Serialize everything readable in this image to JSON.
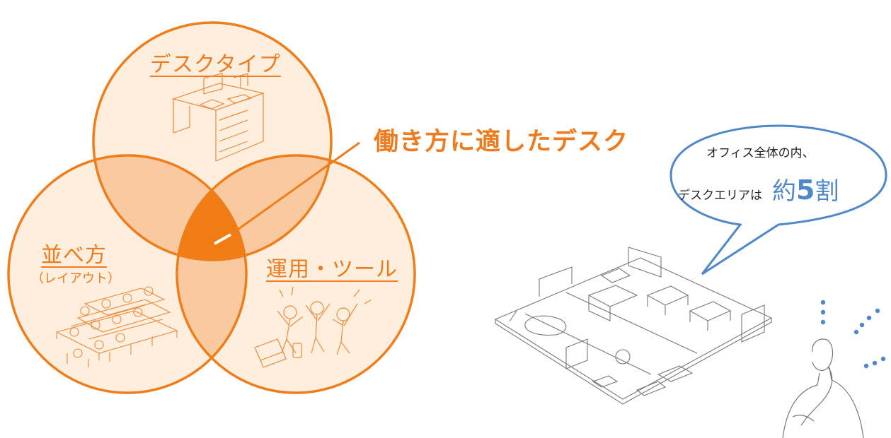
{
  "venn": {
    "top_label": "デスクタイプ",
    "left_label": "並べ方",
    "left_sublabel": "（レイアウト）",
    "right_label": "運用・ツール",
    "center_callout": "働き方に適したデスク",
    "colors": {
      "stroke": "#ef7d1a",
      "fill": "#fdeedd",
      "overlap": "#f9c9a0",
      "center": "#f07d14"
    }
  },
  "bubble": {
    "line1": "オフィス全体の内、",
    "line2_prefix": "デスクエリアは",
    "emphasis_prefix": "約",
    "emphasis_number": "5",
    "emphasis_suffix": "割",
    "colors": {
      "outline": "#4f87c9",
      "emphasis": "#4f87c9"
    }
  },
  "illustrations": [
    "desk-sketch",
    "classroom-layout-sketch",
    "people-tools-sketch",
    "office-floor-plan-sketch",
    "thinking-person-sketch"
  ]
}
